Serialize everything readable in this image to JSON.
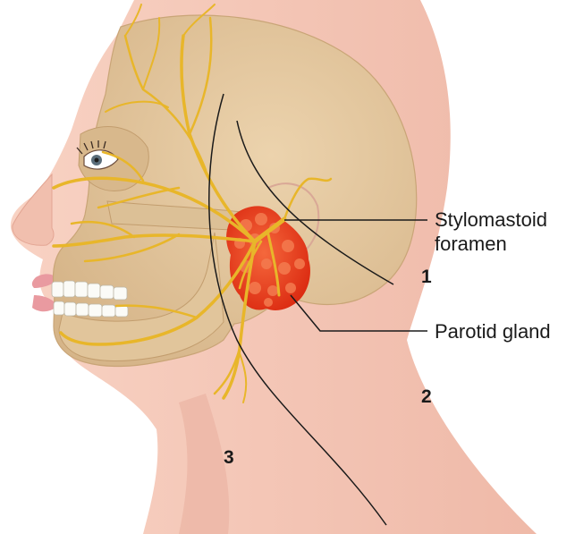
{
  "labels": {
    "stylomastoid_line1": "Stylomastoid",
    "stylomastoid_line2": "foramen",
    "parotid_gland": "Parotid gland",
    "number_1": "1",
    "number_2": "2",
    "number_3": "3"
  },
  "colors": {
    "skin": "#f4c9b8",
    "skin_shadow": "#e9a99a",
    "bone": "#e6cca2",
    "bone_shadow": "#cfae7e",
    "nerve": "#e8b62a",
    "gland": "#e8341c",
    "gland_light": "#f26a3f",
    "teeth": "#fbfbf7",
    "leader_line": "#1a1a1a"
  }
}
